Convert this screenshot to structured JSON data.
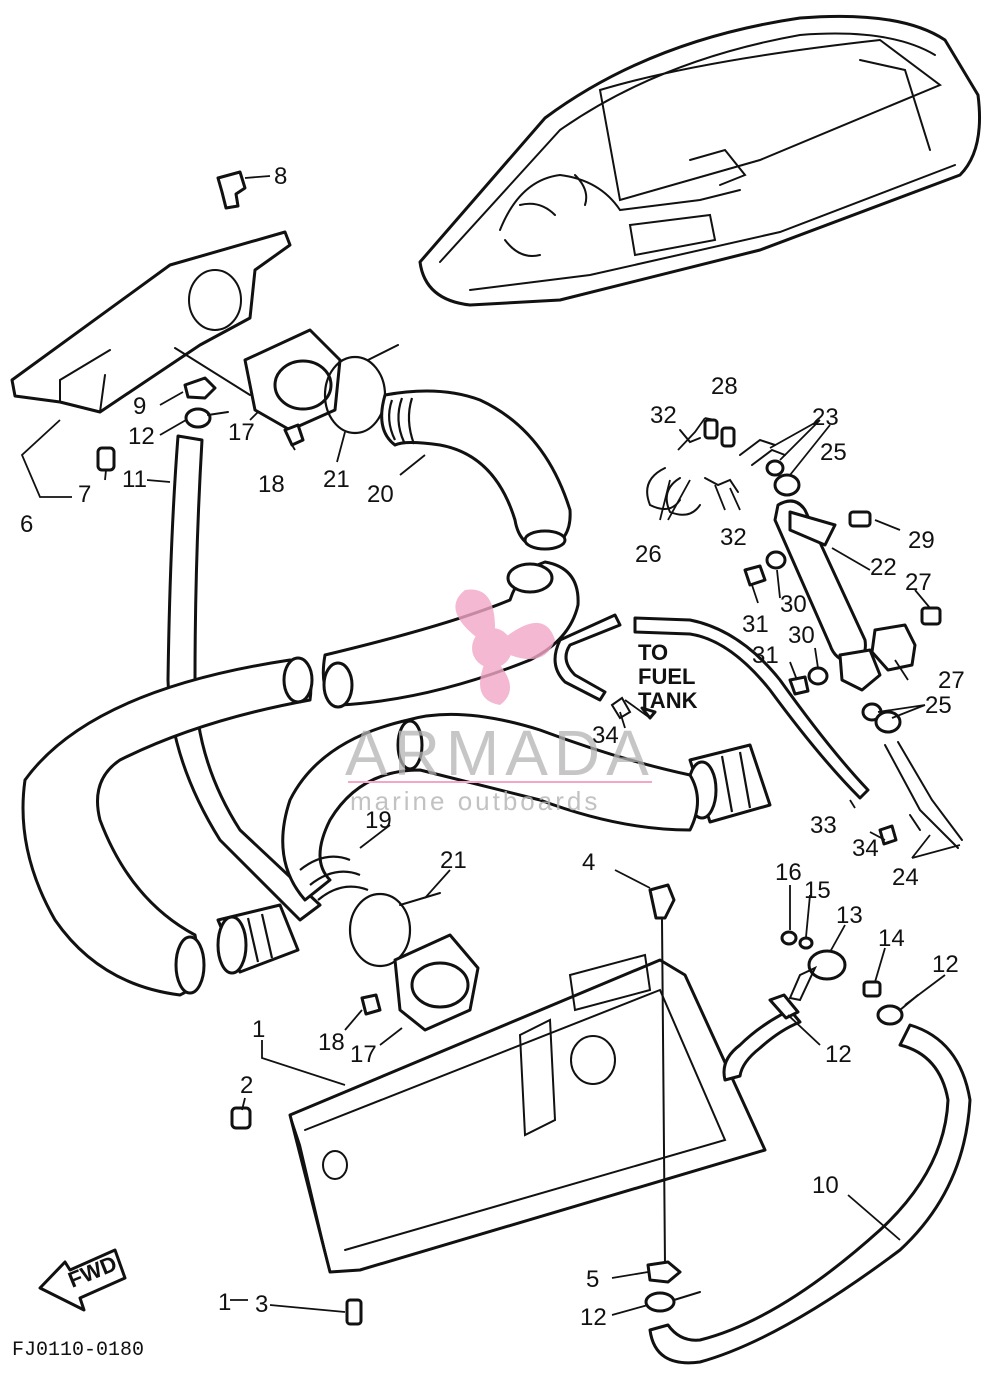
{
  "diagram": {
    "code": "FJ0110-0180",
    "note_lines": [
      "TO",
      "FUEL",
      "TANK"
    ],
    "fwd_label": "FWD",
    "labels": {
      "l1a": "1",
      "l1b": "1",
      "l2": "2",
      "l3": "3",
      "l4": "4",
      "l5": "5",
      "l6": "6",
      "l7": "7",
      "l8": "8",
      "l9": "9",
      "l10": "10",
      "l11": "11",
      "l12a": "12",
      "l12b": "12",
      "l12c": "12",
      "l12d": "12",
      "l13": "13",
      "l14": "14",
      "l15": "15",
      "l16": "16",
      "l17a": "17",
      "l17b": "17",
      "l18a": "18",
      "l18b": "18",
      "l19": "19",
      "l20": "20",
      "l21a": "21",
      "l21b": "21",
      "l22": "22",
      "l23": "23",
      "l24": "24",
      "l25a": "25",
      "l25b": "25",
      "l26": "26",
      "l27a": "27",
      "l27b": "27",
      "l28": "28",
      "l29": "29",
      "l30a": "30",
      "l30b": "30",
      "l31a": "31",
      "l31b": "31",
      "l32a": "32",
      "l32b": "32",
      "l33": "33",
      "l34a": "34",
      "l34b": "34"
    }
  },
  "watermark": {
    "title": "ARMADA",
    "subtitle": "marine outboards",
    "color": "#f2a7c7"
  }
}
